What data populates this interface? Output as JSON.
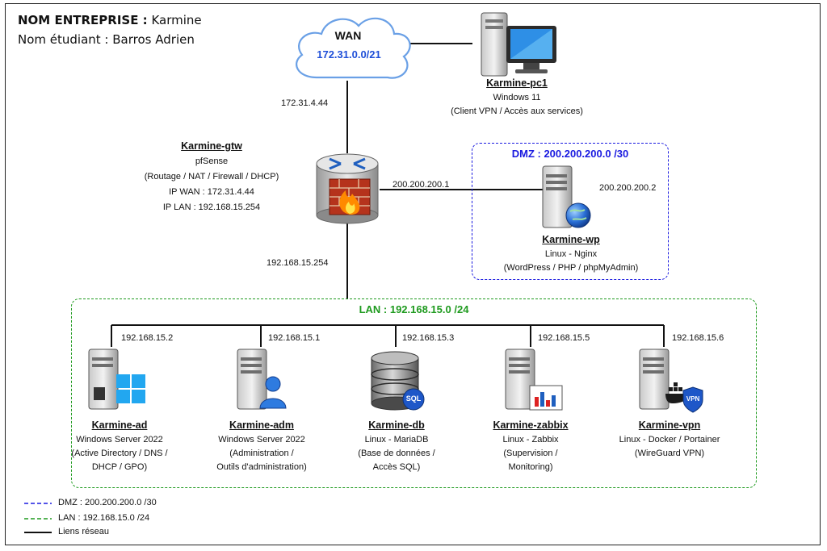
{
  "header": {
    "company_label": "NOM ENTREPRISE :",
    "company_value": " Karmine",
    "student_label": "Nom étudiant :",
    "student_value": " Barros Adrien"
  },
  "colors": {
    "dmz": "#1a1ae0",
    "lan": "#1e9a1e",
    "link": "#111111",
    "wan_text": "#1f4fd8"
  },
  "wan": {
    "title": "WAN",
    "subnet": "172.31.0.0/21",
    "icon": "cloud-icon"
  },
  "links": {
    "wan_gtw": "172.31.4.44",
    "gtw_dmz": "200.200.200.1",
    "dmz_wp": "200.200.200.2",
    "gtw_lan": "192.168.15.254"
  },
  "pc1": {
    "name": "Karmine-pc1",
    "os": "Windows 11",
    "role": "(Client VPN / Accès aux services)",
    "icon": "workstation-icon"
  },
  "gtw": {
    "name": "Karmine-gtw",
    "os": "pfSense",
    "role": "(Routage / NAT / Firewall / DHCP)",
    "ip_wan": "IP WAN : 172.31.4.44",
    "ip_lan": "IP LAN : 192.168.15.254",
    "icon": "router-firewall-icon"
  },
  "dmz": {
    "title": "DMZ : 200.200.200.0 /30",
    "wp": {
      "name": "Karmine-wp",
      "os": "Linux - Nginx",
      "role": "(WordPress / PHP / phpMyAdmin)",
      "icon": "web-server-icon"
    }
  },
  "lan": {
    "title": "LAN : 192.168.15.0 /24",
    "servers": [
      {
        "ip": "192.168.15.2",
        "name": "Karmine-ad",
        "os": "Windows Server 2022",
        "role1": "(Active Directory / DNS /",
        "role2": "DHCP / GPO)",
        "icon": "windows-server-icon"
      },
      {
        "ip": "192.168.15.1",
        "name": "Karmine-adm",
        "os": "Windows Server 2022",
        "role1": "(Administration /",
        "role2": "Outils d'administration)",
        "icon": "admin-server-icon"
      },
      {
        "ip": "192.168.15.3",
        "name": "Karmine-db",
        "os": "Linux - MariaDB",
        "role1": "(Base de données /",
        "role2": "Accès SQL)",
        "icon": "database-icon"
      },
      {
        "ip": "192.168.15.5",
        "name": "Karmine-zabbix",
        "os": "Linux - Zabbix",
        "role1": "(Supervision /",
        "role2": "Monitoring)",
        "icon": "monitoring-server-icon"
      },
      {
        "ip": "192.168.15.6",
        "name": "Karmine-vpn",
        "os": "Linux - Docker / Portainer",
        "role1": "(WireGuard VPN)",
        "role2": "",
        "icon": "vpn-server-icon"
      }
    ]
  },
  "badges": {
    "sql": "SQL",
    "vpn": "VPN"
  },
  "legend": {
    "dmz": "DMZ : 200.200.200.0 /30",
    "lan": "LAN : 192.168.15.0 /24",
    "links": "Liens réseau"
  }
}
